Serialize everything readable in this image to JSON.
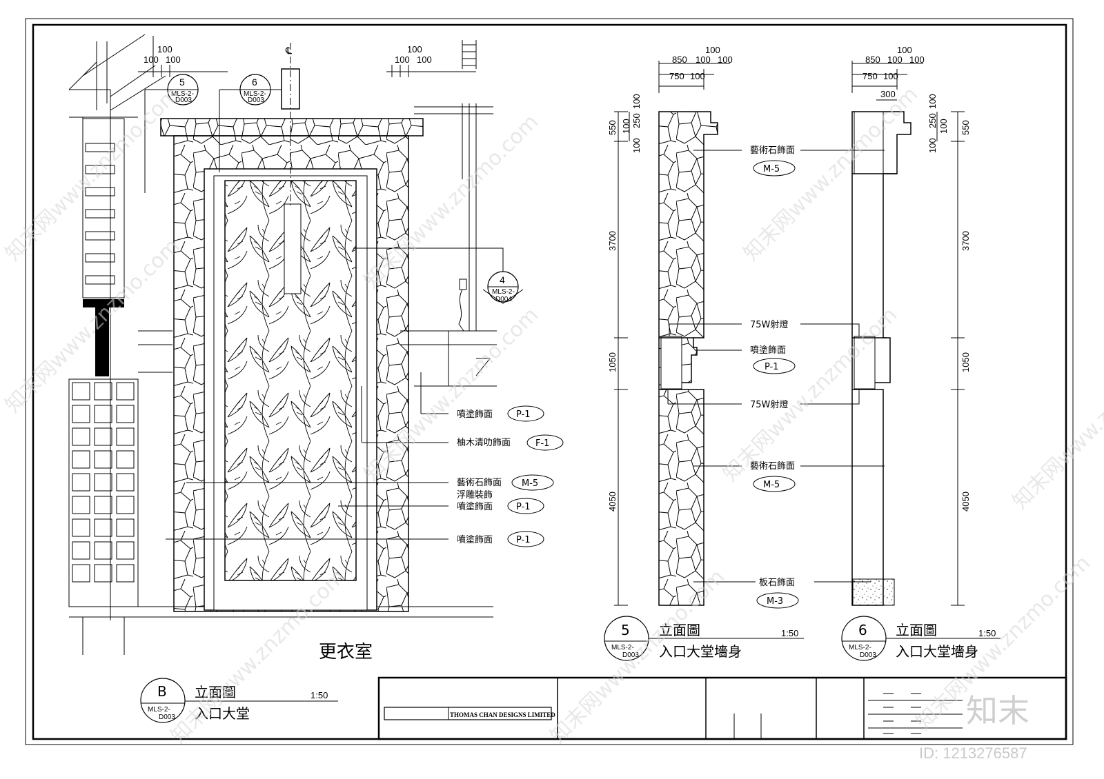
{
  "main_view": {
    "room_label": "更衣室",
    "centerline": "℄",
    "dims_top_left": [
      "100",
      "100",
      "100"
    ],
    "dims_top_right": [
      "100",
      "100",
      "100"
    ],
    "refs": [
      {
        "num": "5",
        "sheet": "MLS-2-",
        "code": "D003"
      },
      {
        "num": "6",
        "sheet": "MLS-2-",
        "code": "D003"
      },
      {
        "num": "4",
        "sheet": "MLS-2-",
        "code": "D004"
      }
    ],
    "callouts": [
      {
        "text": "噴塗飾面",
        "tag": "P-1"
      },
      {
        "text": "柚木清叻飾面",
        "tag": "F-1"
      },
      {
        "text": "藝術石飾面",
        "tag": "M-5"
      },
      {
        "text": "浮雕裝飾",
        "tag": ""
      },
      {
        "text": "噴塗飾面",
        "tag": "P-1"
      },
      {
        "text": "噴塗飾面",
        "tag": "P-1"
      }
    ],
    "title": {
      "id": "B",
      "sheet": "MLS-2-",
      "code": "D003",
      "line1": "立面圖",
      "line2": "入口大堂",
      "scale": "1:50"
    }
  },
  "section_5": {
    "top_dims": [
      "100",
      "850",
      "100",
      "100",
      "750",
      "100"
    ],
    "side_dims": [
      "550",
      "100",
      "250",
      "100",
      "100",
      "3700",
      "1050",
      "4050"
    ],
    "callouts": [
      {
        "text": "藝術石飾面",
        "tag": "M-5"
      },
      {
        "text": "75W射燈",
        "tag": ""
      },
      {
        "text": "噴塗飾面",
        "tag": "P-1"
      },
      {
        "text": "75W射燈",
        "tag": ""
      },
      {
        "text": "藝術石飾面",
        "tag": "M-5"
      },
      {
        "text": "板石飾面",
        "tag": "M-3"
      }
    ],
    "title": {
      "id": "5",
      "sheet": "MLS-2-",
      "code": "D003",
      "line1": "立面圖",
      "line2": "入口大堂墻身",
      "scale": "1:50"
    }
  },
  "section_6": {
    "top_dims": [
      "100",
      "850",
      "100",
      "100",
      "750",
      "100",
      "300"
    ],
    "side_dims": [
      "550",
      "100",
      "250",
      "100",
      "100",
      "3700",
      "1050",
      "4050"
    ],
    "title": {
      "id": "6",
      "sheet": "MLS-2-",
      "code": "D003",
      "line1": "立面圖",
      "line2": "入口大堂墻身",
      "scale": "1:50"
    }
  },
  "title_block": {
    "company": "THOMAS CHAN  DESIGNS LIMITED"
  },
  "watermark": {
    "site": "知末网www.znzmo.com",
    "logo": "知末",
    "id": "ID: 1213276587"
  }
}
